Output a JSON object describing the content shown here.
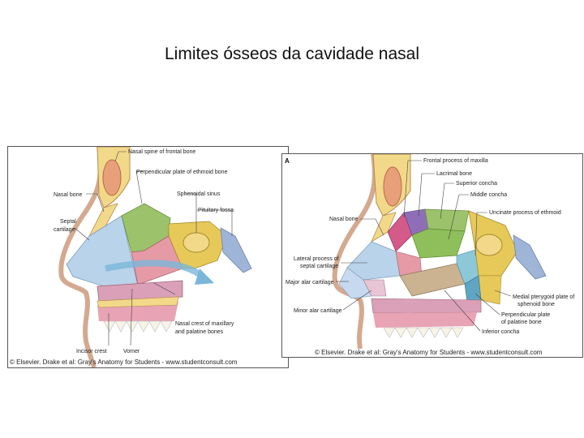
{
  "title": "Limites ósseos da cavidade nasal",
  "left_panel": {
    "labels": {
      "nasal_spine": "Nasal spine of frontal bone",
      "perpendicular_plate": "Perpendicular plate of ethmoid bone",
      "nasal_bone": "Nasal bone",
      "sphenoidal_sinus": "Sphenoidal sinus",
      "pituitary_fossa": "Pituitary fossa",
      "septal_cartilage_1": "Septal",
      "septal_cartilage_2": "cartilage",
      "nasal_crest_1": "Nasal crest of maxillary",
      "nasal_crest_2": "and palatine bones",
      "incisor_crest": "Incisor crest",
      "vomer": "Vomer"
    },
    "copyright": "© Elsevier. Drake et al: Gray's Anatomy for Students - www.studentconsult.com"
  },
  "right_panel": {
    "panel_letter": "A",
    "labels": {
      "frontal_process": "Frontal process of maxilla",
      "lacrimal_bone": "Lacrimal bone",
      "superior_concha": "Superior concha",
      "middle_concha": "Middle concha",
      "nasal_bone": "Nasal bone",
      "uncinate_process": "Uncinate process of ethmoid",
      "lateral_process_1": "Lateral process of",
      "lateral_process_2": "septal cartilage",
      "major_alar": "Major alar cartilage",
      "minor_alar": "Minor alar cartilage",
      "medial_pterygoid_1": "Medial pterygoid plate of",
      "medial_pterygoid_2": "sphenoid bone",
      "perp_palatine_1": "Perpendicular plate",
      "perp_palatine_2": "of palatine bone",
      "inferior_concha": "Inferior concha"
    },
    "copyright": "© Elsevier. Drake et al: Gray's Anatomy for Students - www.studentconsult.com"
  },
  "colors": {
    "bone": "#f2d98a",
    "septal_cartilage": "#b9d3ea",
    "ethmoid": "#9cc26b",
    "vomer": "#e59aa6",
    "sphenoid": "#e7c95a",
    "palate": "#d9a0b8",
    "skin": "#f4d9c8",
    "arrow": "#7ab6d9",
    "inferior_concha": "#cbb392",
    "lacrimal": "#8e6fb7",
    "frontal_process": "#d45a8a"
  }
}
